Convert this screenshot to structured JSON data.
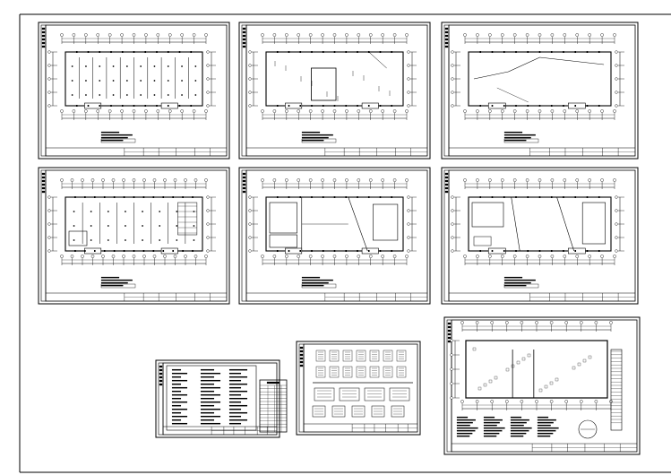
{
  "colors": {
    "background": "#ffffff",
    "line": "#000000"
  },
  "sheets": [
    {
      "id": "sheet-1",
      "type": "floor-plan-grid"
    },
    {
      "id": "sheet-2",
      "type": "floor-plan-open"
    },
    {
      "id": "sheet-3",
      "type": "floor-plan-sloped"
    },
    {
      "id": "sheet-4",
      "type": "floor-plan-grid-dense"
    },
    {
      "id": "sheet-5",
      "type": "floor-plan-rooms"
    },
    {
      "id": "sheet-6",
      "type": "floor-plan-zones"
    },
    {
      "id": "sheet-7",
      "type": "notes-and-table"
    },
    {
      "id": "sheet-8",
      "type": "system-diagram"
    },
    {
      "id": "sheet-9",
      "type": "floor-plan-detailed"
    }
  ]
}
